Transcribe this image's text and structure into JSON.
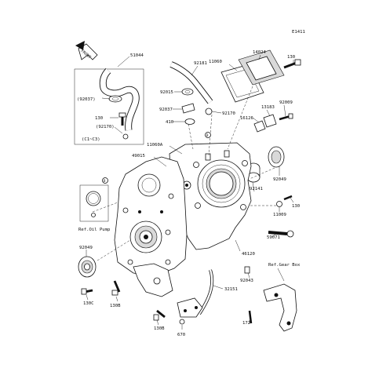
{
  "figure_id": "E1411",
  "front_label": "FRONT",
  "labels": {
    "p51044": "51044",
    "p92037a": "(92037)",
    "p130a": "130",
    "p92170a": "(92170)",
    "p_c1c3": "(C1~C3)",
    "p92181": "92181",
    "p92015": "92015",
    "p92037b": "92037",
    "p410": "410",
    "p11060": "11060",
    "p14024": "14024",
    "p130b": "130",
    "p92170b": "92170",
    "p16126": "16126",
    "p13183": "13183",
    "p92009": "92009",
    "p11060a": "11060A",
    "p49015": "49015",
    "p92049a": "92049",
    "p92141": "92141",
    "p11009": "11009",
    "p130c": "130",
    "p59071": "59071",
    "p_refoil": "Ref.Oil Pump",
    "p92049b": "92049",
    "p46120": "46120",
    "p_refgear": "Ref.Gear Box",
    "p92043": "92043",
    "p32151": "32151",
    "p130C": "130C",
    "p130B1": "130B",
    "p130B2": "130B",
    "p670": "670",
    "p172": "172"
  }
}
